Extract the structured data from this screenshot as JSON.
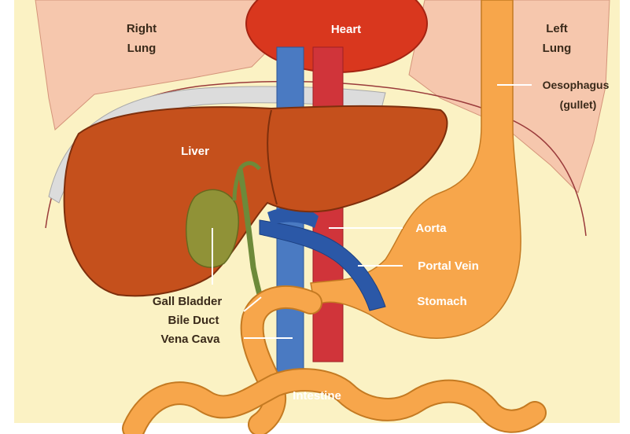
{
  "labels": {
    "right_lung": [
      "Right",
      "Lung"
    ],
    "left_lung": [
      "Left",
      "Lung"
    ],
    "heart": "Heart",
    "oesophagus": [
      "Oesophagus",
      "(gullet)"
    ],
    "liver": "Liver",
    "aorta": "Aorta",
    "portal_vein": "Portal Vein",
    "stomach": "Stomach",
    "gall_bladder": "Gall Bladder",
    "bile_duct": "Bile Duct",
    "vena_cava": "Vena Cava",
    "intestine": "Intestine"
  },
  "colors": {
    "background": "#fbf2c4",
    "lung": "#f6c7ad",
    "heart": "#d9371e",
    "liver": "#c5501c",
    "stomach": "#f7a64b",
    "aorta": "#d0343a",
    "vena_cava": "#4a7ac2",
    "portal_vein": "#2b58a7",
    "gall_bladder": "#8b9a3a",
    "diaphragm": "#dcdcdc"
  }
}
